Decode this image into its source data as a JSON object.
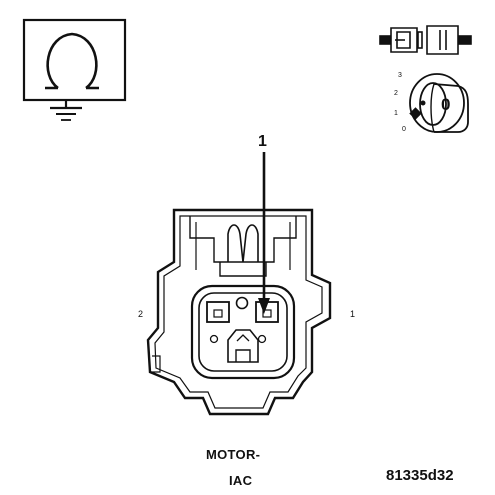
{
  "symbols": {
    "ohmmeter": {
      "icon": "ohm-ground-icon"
    },
    "connector_view": {
      "icon": "connector-plug-icon"
    },
    "ignition_switch": {
      "icon": "ignition-key-icon",
      "positions": [
        "3",
        "2",
        "1",
        "0"
      ],
      "key_label": "0"
    }
  },
  "connector": {
    "callout": "1",
    "pin_labels": {
      "left": "2",
      "right": "1"
    },
    "name_line1": "MOTOR-",
    "name_line2": "IAC"
  },
  "figure_id": "81335d32",
  "colors": {
    "ink": "#111111",
    "paper": "#ffffff",
    "shade": "#dddddd"
  }
}
